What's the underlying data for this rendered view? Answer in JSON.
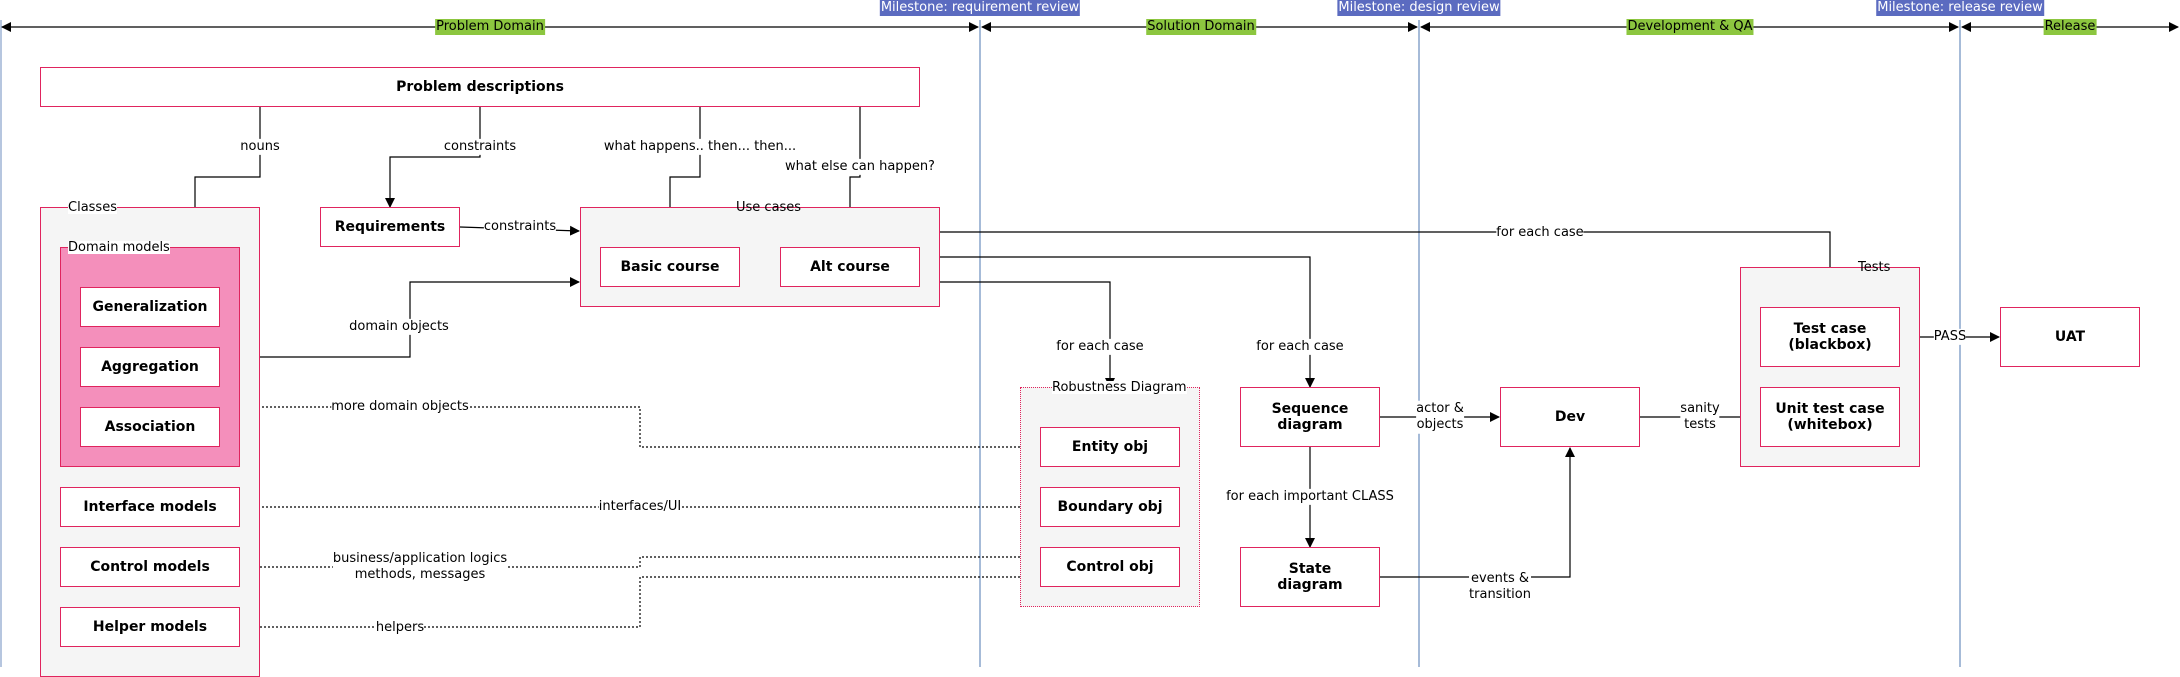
{
  "phases": {
    "problem": "Problem Domain",
    "solution": "Solution Domain",
    "devqa": "Development & QA",
    "release": "Release"
  },
  "milestones": {
    "requirement": "Milestone: requirement review",
    "design": "Milestone: design review",
    "release": "Milestone: release review"
  },
  "nodes": {
    "problem_descriptions": "Problem descriptions",
    "requirements": "Requirements",
    "basic_course": "Basic course",
    "alt_course": "Alt course",
    "generalization": "Generalization",
    "aggregation": "Aggregation",
    "association": "Association",
    "interface_models": "Interface models",
    "control_models": "Control models",
    "helper_models": "Helper models",
    "entity_obj": "Entity obj",
    "boundary_obj": "Boundary obj",
    "control_obj": "Control obj",
    "sequence_diagram": "Sequence\ndiagram",
    "state_diagram": "State\ndiagram",
    "dev": "Dev",
    "test_case": "Test case\n(blackbox)",
    "unit_test_case": "Unit test case\n(whitebox)",
    "uat": "UAT"
  },
  "groups": {
    "classes": "Classes",
    "domain_models": "Domain models",
    "use_cases": "Use cases",
    "robustness": "Robustness Diagram",
    "tests": "Tests"
  },
  "edges": {
    "nouns": "nouns",
    "constraints_1": "constraints",
    "what_happens": "what happens.. then... then...",
    "what_else": "what else can happen?",
    "constraints_2": "constraints",
    "domain_objects": "domain objects",
    "for_each_case_tests": "for each case",
    "for_each_case_robust": "for each case",
    "for_each_case_seq": "for each case",
    "more_domain_objects": "more domain objects",
    "interfaces_ui": "interfaces/UI",
    "business_logic": "business/application logics\nmethods, messages",
    "helpers": "helpers",
    "actor_objects": "actor &\nobjects",
    "for_each_important_class": "for each important CLASS",
    "events_transition": "events &\ntransition",
    "sanity_tests": "sanity\ntests",
    "pass": "PASS"
  },
  "colors": {
    "box_border": "#e0245e",
    "group_fill": "#f5f5f5",
    "domain_fill": "#f48fbb",
    "phase_tag": "#8cc63f",
    "milestone_tag": "#5b6bc0",
    "milestone_line": "#6c8ebf"
  }
}
